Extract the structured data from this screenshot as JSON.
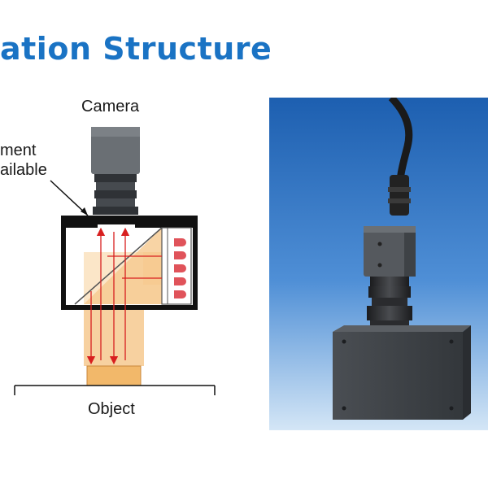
{
  "page": {
    "title": "ation Structure"
  },
  "diagram": {
    "camera_label": "Camera",
    "callout_line1": "ment",
    "callout_line2": "ailable",
    "object_label": "Object",
    "colors": {
      "ray": "#d81f1f",
      "light_beam": "#f6c98f",
      "light_beam_pale": "#fbe6c8",
      "object": "#f2b86a",
      "camera_body": "#6a6f74",
      "housing": "#111111",
      "led": "#e0535a"
    }
  },
  "photo": {
    "background_top": "#1d5fb0",
    "background_bottom": "#cfe2f3"
  }
}
